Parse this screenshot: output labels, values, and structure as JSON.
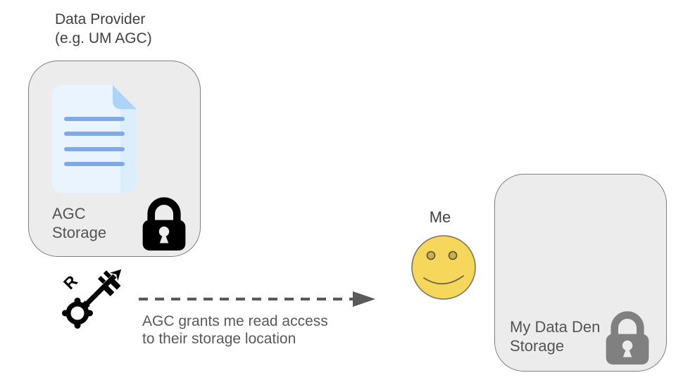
{
  "diagram": {
    "provider": {
      "title": [
        "Data Provider",
        "(e.g. UM AGC)"
      ],
      "storage_label": [
        "AGC",
        "Storage"
      ]
    },
    "grant": {
      "key_letter": "R",
      "caption": [
        "AGC grants me read access",
        "to their storage location"
      ]
    },
    "me": {
      "label": "Me"
    },
    "my_storage": {
      "storage_label": [
        "My Data Den",
        "Storage"
      ]
    }
  },
  "icons": {
    "provider_document": "document-icon",
    "provider_lock": "locked-padlock-icon",
    "grant_key": "key-icon",
    "me_face": "smiley-face-icon",
    "my_storage_lock": "locked-padlock-icon"
  },
  "colors": {
    "box_fill": "#ECECEC",
    "box_border": "#7F7F7F",
    "document_page": "#E9F4FE",
    "document_edge": "#DCEDFC",
    "document_fold": "#ABD4F8",
    "document_lines": "#7FA9E9",
    "lock_black": "#000000",
    "lock_gray": "#808080",
    "smiley_fill": "#F6D75B",
    "smiley_eye": "#CBB04E",
    "arrow": "#595959",
    "label_text": "#404040"
  }
}
